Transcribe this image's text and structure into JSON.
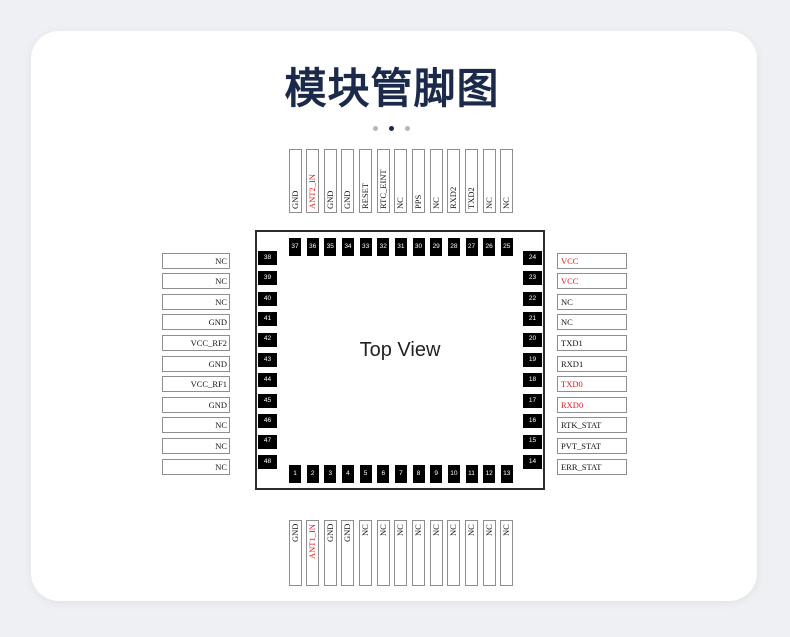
{
  "title": "模块管脚图",
  "pagination": {
    "count": 3,
    "active": 1
  },
  "chip": {
    "view_label": "Top View",
    "top": [
      {
        "pin": "37",
        "label": "GND"
      },
      {
        "pin": "36",
        "label": "ANT2_IN",
        "highlight": true
      },
      {
        "pin": "35",
        "label": "GND"
      },
      {
        "pin": "34",
        "label": "GND"
      },
      {
        "pin": "33",
        "label": "RESET"
      },
      {
        "pin": "32",
        "label": "RTC_EINT"
      },
      {
        "pin": "31",
        "label": "NC"
      },
      {
        "pin": "30",
        "label": "PPS"
      },
      {
        "pin": "29",
        "label": "NC"
      },
      {
        "pin": "28",
        "label": "RXD2"
      },
      {
        "pin": "27",
        "label": "TXD2"
      },
      {
        "pin": "26",
        "label": "NC"
      },
      {
        "pin": "25",
        "label": "NC"
      }
    ],
    "left": [
      {
        "pin": "38",
        "label": "NC"
      },
      {
        "pin": "39",
        "label": "NC"
      },
      {
        "pin": "40",
        "label": "NC"
      },
      {
        "pin": "41",
        "label": "GND"
      },
      {
        "pin": "42",
        "label": "VCC_RF2"
      },
      {
        "pin": "43",
        "label": "GND"
      },
      {
        "pin": "44",
        "label": "VCC_RF1"
      },
      {
        "pin": "45",
        "label": "GND"
      },
      {
        "pin": "46",
        "label": "NC"
      },
      {
        "pin": "47",
        "label": "NC"
      },
      {
        "pin": "48",
        "label": "NC"
      }
    ],
    "right": [
      {
        "pin": "24",
        "label": "VCC",
        "highlight": true
      },
      {
        "pin": "23",
        "label": "VCC",
        "highlight": true
      },
      {
        "pin": "22",
        "label": "NC"
      },
      {
        "pin": "21",
        "label": "NC"
      },
      {
        "pin": "20",
        "label": "TXD1"
      },
      {
        "pin": "19",
        "label": "RXD1"
      },
      {
        "pin": "18",
        "label": "TXD0",
        "highlight": true
      },
      {
        "pin": "17",
        "label": "RXD0",
        "highlight": true
      },
      {
        "pin": "16",
        "label": "RTK_STAT"
      },
      {
        "pin": "15",
        "label": "PVT_STAT"
      },
      {
        "pin": "14",
        "label": "ERR_STAT"
      }
    ],
    "bottom": [
      {
        "pin": "1",
        "label": "GND"
      },
      {
        "pin": "2",
        "label": "ANT1_IN",
        "highlight": true
      },
      {
        "pin": "3",
        "label": "GND"
      },
      {
        "pin": "4",
        "label": "GND"
      },
      {
        "pin": "5",
        "label": "NC"
      },
      {
        "pin": "6",
        "label": "NC"
      },
      {
        "pin": "7",
        "label": "NC"
      },
      {
        "pin": "8",
        "label": "NC"
      },
      {
        "pin": "9",
        "label": "NC"
      },
      {
        "pin": "10",
        "label": "NC"
      },
      {
        "pin": "11",
        "label": "NC"
      },
      {
        "pin": "12",
        "label": "NC"
      },
      {
        "pin": "13",
        "label": "NC"
      }
    ]
  },
  "colors": {
    "title": "#1b2a4a",
    "highlight_label": "#e4161c",
    "pin_fill": "#000000",
    "dot_active": "#1b2a4a",
    "dot_inactive": "#b5b8be"
  }
}
